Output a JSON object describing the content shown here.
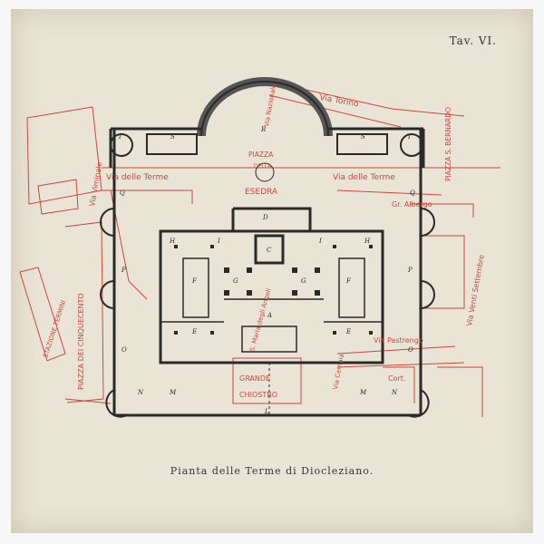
{
  "plate_label": "Tav. VI.",
  "caption": "Pianta delle Terme di Diocleziano.",
  "colors": {
    "ink": "#2a2a2a",
    "modern_streets": "#d0473a",
    "paper": "#e9e4d6"
  },
  "street_labels": {
    "via_torino": "Via Torino",
    "via_nazionale": "Via Nazionale",
    "piazza_della": "PIAZZA",
    "della": "DELLA",
    "esedra": "ESEDRA",
    "via_terme_left": "Via delle Terme",
    "via_terme_right": "Via delle Terme",
    "via_viminale": "Via Viminale",
    "piazza_s_bernardo": "PIAZZA S. BERNARDO",
    "gr_albergo": "Gr. Albergo",
    "via_venti_settembre": "Via Venti Settembre",
    "piazza_cinquecento": "PIAZZA DEI CINQUECENTO",
    "stazione_termini": "STAZIONE TERMINI",
    "via_pastrengo": "Via Pastrengo",
    "grande_chiostro_1": "GRANDE",
    "grande_chiostro_2": "CHIOSTRO",
    "s_maria_angeli": "S. Maria degli Angeli",
    "via_cernaia": "Via Cernaia",
    "cortile": "Cort."
  },
  "plan_letters": {
    "t_left": "T",
    "s_left": "S",
    "s_right": "S",
    "t_right": "T",
    "r": "R",
    "d": "D",
    "c": "C",
    "h_left": "H",
    "h_right": "H",
    "i_left": "I",
    "i_right": "I",
    "g_left": "G",
    "g_right": "G",
    "f_left": "F",
    "f_right": "F",
    "e_left": "E",
    "e_right": "E",
    "a": "A",
    "q_left": "Q",
    "q_right": "Q",
    "p_left": "P",
    "p_right": "P",
    "o_left": "O",
    "o_right": "O",
    "n_left": "N",
    "n_right": "N",
    "m_left": "M",
    "m_right": "M",
    "l": "L"
  }
}
